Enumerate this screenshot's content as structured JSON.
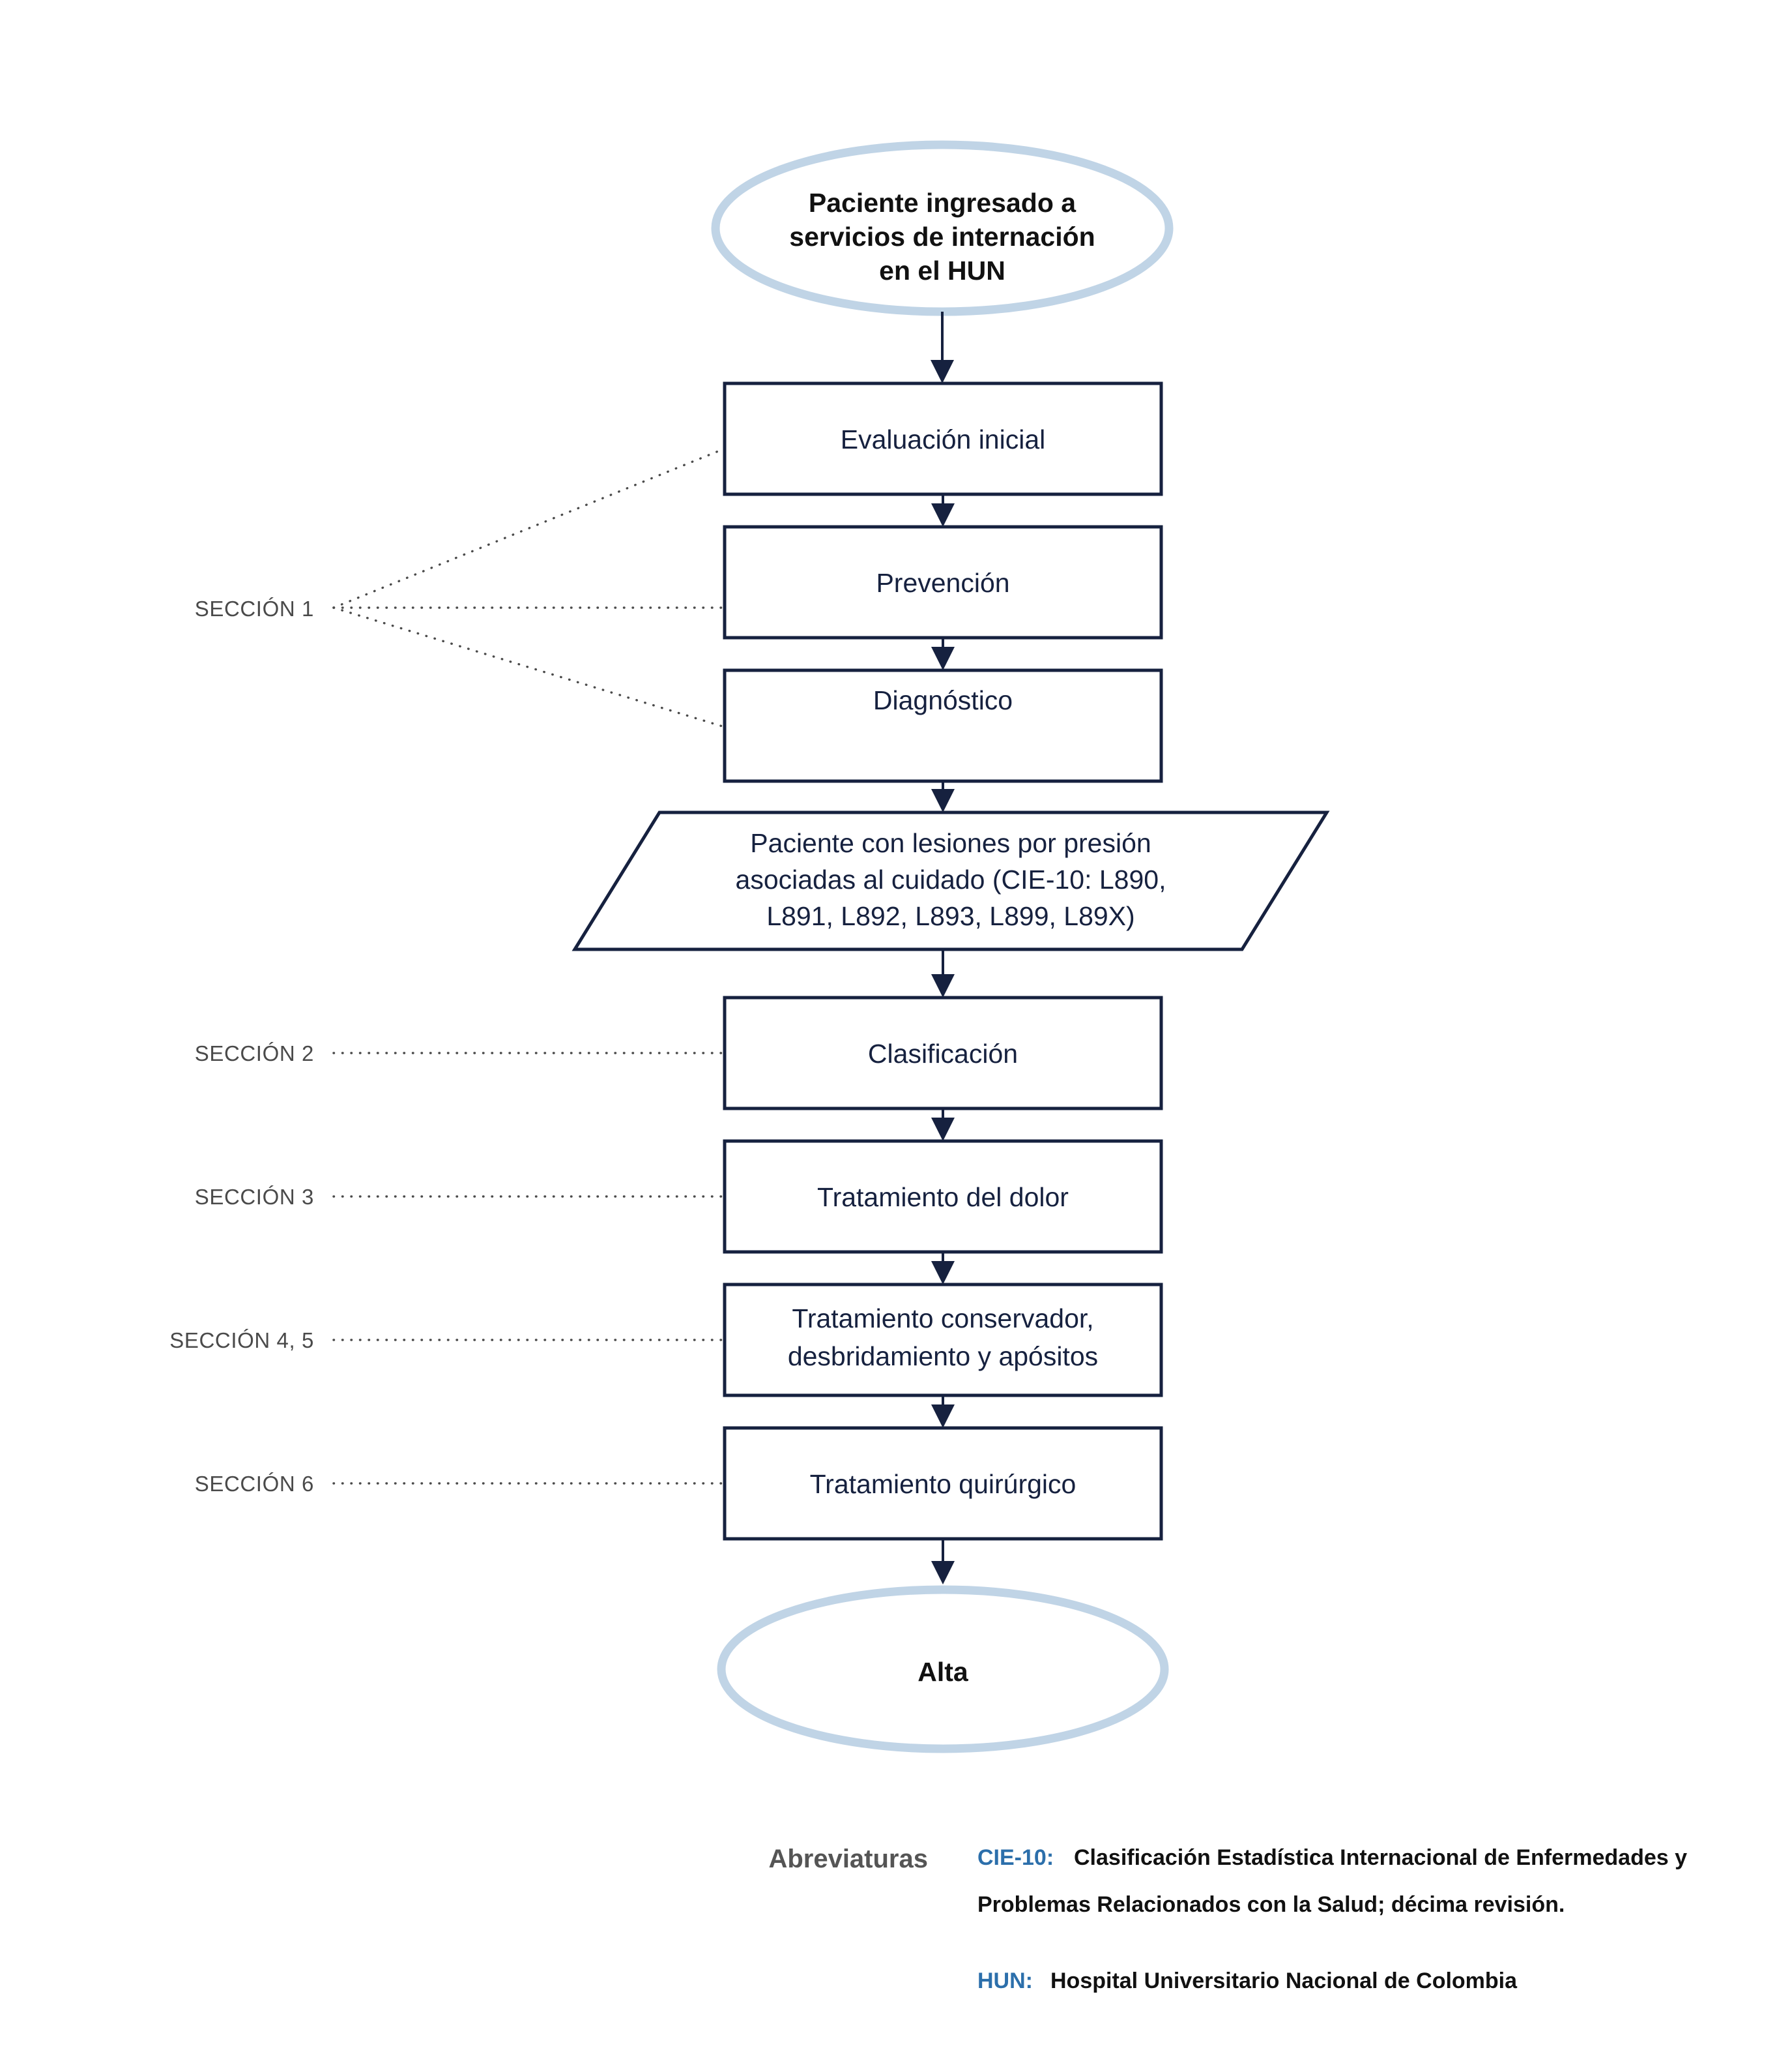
{
  "diagram": {
    "title_node": "Paciente ingresado a\nservicios de internación\nen el HUN",
    "start_line1": "Paciente ingresado a",
    "start_line2": "servicios de internación",
    "start_line3": "en el HUN",
    "end_label": "Alta",
    "process_boxes": [
      {
        "id": "evaluacion-inicial",
        "line1": "Evaluación inicial",
        "line2": ""
      },
      {
        "id": "prevencion",
        "line1": "Prevención",
        "line2": ""
      },
      {
        "id": "diagnostico",
        "line1": "Diagnóstico",
        "line2": ""
      },
      {
        "id": "clasificacion",
        "line1": "Clasificación",
        "line2": ""
      },
      {
        "id": "tratamiento-dolor",
        "line1": "Tratamiento del dolor",
        "line2": ""
      },
      {
        "id": "tratamiento-conservador",
        "line1": "Tratamiento conservador,",
        "line2": "desbridamiento y apósitos"
      },
      {
        "id": "tratamiento-quirurgico",
        "line1": "Tratamiento quirúrgico",
        "line2": ""
      }
    ],
    "decision_node": {
      "line1": "Paciente con lesiones por presión",
      "line2": "asociadas  al cuidado (CIE-10: L890,",
      "line3": "L891, L892, L893, L899, L89X)"
    },
    "section_labels": [
      {
        "id": "seccion-1",
        "text": "SECCIÓN 1"
      },
      {
        "id": "seccion-2",
        "text": "SECCIÓN 2"
      },
      {
        "id": "seccion-3",
        "text": "SECCIÓN 3"
      },
      {
        "id": "seccion-4-5",
        "text": "SECCIÓN 4, 5"
      },
      {
        "id": "seccion-6",
        "text": "SECCIÓN 6"
      }
    ]
  },
  "abbreviations": {
    "heading": "Abreviaturas",
    "items": [
      {
        "key": "CIE-10:",
        "value_line1": "Clasificación Estadística Internacional de Enfermedades y",
        "value_line2": "Problemas Relacionados con la Salud; décima revisión."
      },
      {
        "key": "HUN:",
        "value_line1": "Hospital Universitario Nacional de Colombia",
        "value_line2": ""
      }
    ]
  },
  "colors": {
    "box_stroke": "#16213f",
    "box_text": "#16213f",
    "terminator_stroke": "#c0d4e6",
    "section_text": "#4a4a4a",
    "abbr_key": "#2c6fab",
    "abbr_heading": "#555555",
    "background": "#ffffff"
  }
}
